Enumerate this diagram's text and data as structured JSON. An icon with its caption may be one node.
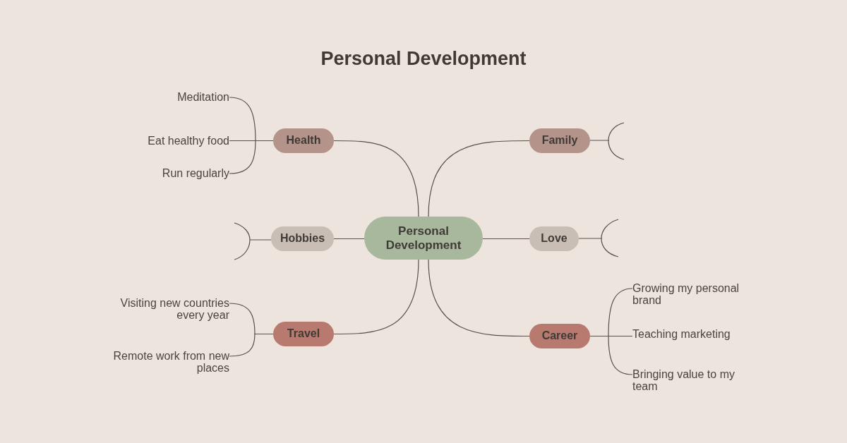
{
  "diagram": {
    "title": "Personal Development",
    "nodes": [
      {
        "text": [
          "Personal Development"
        ]
      },
      {
        "text": [
          "Health"
        ]
      },
      {
        "text": [
          "Family"
        ]
      },
      {
        "text": [
          "Hobbies"
        ]
      },
      {
        "text": [
          "Love"
        ]
      },
      {
        "text": [
          "Travel"
        ]
      },
      {
        "text": [
          "Career"
        ]
      },
      {
        "text": [
          "Meditation"
        ]
      },
      {
        "text": [
          "Eat healthy food"
        ]
      },
      {
        "text": [
          "Run regularly"
        ]
      },
      {
        "text": [
          "Visiting new countries every year"
        ]
      },
      {
        "text": [
          "Remote work from new places"
        ]
      },
      {
        "text": [
          "Growing my personal brand"
        ]
      },
      {
        "text": [
          "Teaching marketing"
        ]
      },
      {
        "text": [
          "Bringing value to my team"
        ]
      }
    ],
    "edges": [
      {
        "from": 0,
        "to": 1,
        "arrow": "none"
      },
      {
        "from": 0,
        "to": 2,
        "arrow": "none"
      },
      {
        "from": 0,
        "to": 3,
        "arrow": "none"
      },
      {
        "from": 0,
        "to": 4,
        "arrow": "none"
      },
      {
        "from": 0,
        "to": 5,
        "arrow": "none"
      },
      {
        "from": 0,
        "to": 6,
        "arrow": "none"
      },
      {
        "from": 1,
        "to": 7,
        "arrow": "none"
      },
      {
        "from": 1,
        "to": 8,
        "arrow": "none"
      },
      {
        "from": 1,
        "to": 9,
        "arrow": "none"
      },
      {
        "from": 5,
        "to": 10,
        "arrow": "none"
      },
      {
        "from": 5,
        "to": 11,
        "arrow": "none"
      },
      {
        "from": 6,
        "to": 12,
        "arrow": "none"
      },
      {
        "from": 6,
        "to": 13,
        "arrow": "none"
      },
      {
        "from": 6,
        "to": 14,
        "arrow": "none"
      }
    ]
  }
}
